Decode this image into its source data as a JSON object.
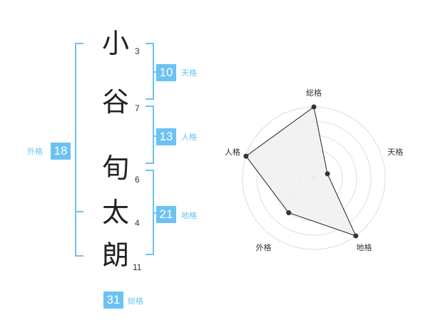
{
  "name": {
    "chars": [
      {
        "char": "小",
        "strokes": "3"
      },
      {
        "char": "谷",
        "strokes": "7"
      },
      {
        "char": "旬",
        "strokes": "6"
      },
      {
        "char": "太",
        "strokes": "4"
      },
      {
        "char": "朗",
        "strokes": "11"
      }
    ]
  },
  "fortunes": {
    "ten": {
      "label": "天格",
      "value": "10"
    },
    "jin": {
      "label": "人格",
      "value": "13"
    },
    "chi": {
      "label": "地格",
      "value": "21"
    },
    "gai": {
      "label": "外格",
      "value": "18"
    },
    "sou": {
      "label": "総格",
      "value": "31"
    }
  },
  "colors": {
    "accent": "#6cc2f2",
    "radar_fill": "#f0f0f0",
    "radar_line": "#222222"
  },
  "chart_data": {
    "type": "radar",
    "axes": [
      "総格",
      "天格",
      "地格",
      "外格",
      "人格"
    ],
    "values": [
      5,
      1,
      5,
      3,
      5
    ],
    "range": [
      0,
      5
    ],
    "rings": 5
  }
}
